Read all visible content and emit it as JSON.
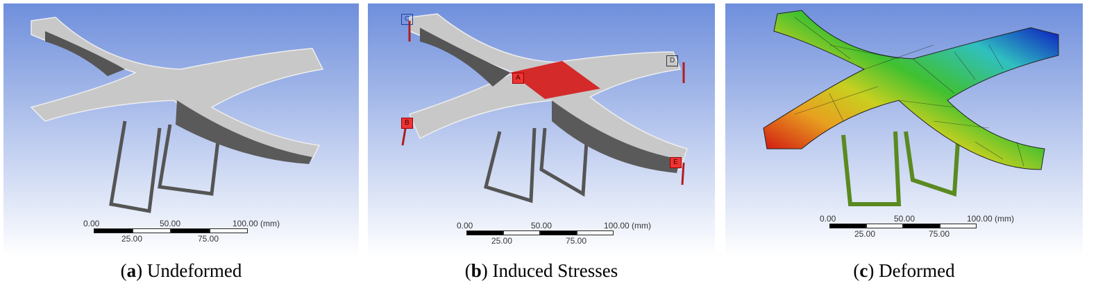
{
  "panels": [
    {
      "letter": "a",
      "caption": "Undeformed"
    },
    {
      "letter": "b",
      "caption": "Induced Stresses"
    },
    {
      "letter": "c",
      "caption": "Deformed"
    }
  ],
  "scale_bar": {
    "l0": "0.00",
    "l25": "25.00",
    "l50": "50.00",
    "l75": "75.00",
    "l100": "100.00 (mm)"
  },
  "load_tags": {
    "a": "A",
    "b": "B",
    "c": "C",
    "d": "D",
    "e": "E"
  },
  "colors": {
    "bg_top": "#6f8fdc",
    "bg_bottom": "#ffffff",
    "body": "#c8c8c8",
    "load": "#d42a2a"
  }
}
